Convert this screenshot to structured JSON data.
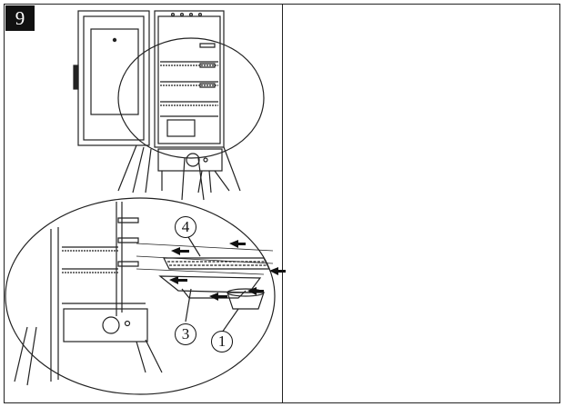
{
  "step": {
    "number": "9"
  },
  "callouts": {
    "water_pan": "1",
    "grease_tray": "3",
    "cooking_rack": "4"
  }
}
